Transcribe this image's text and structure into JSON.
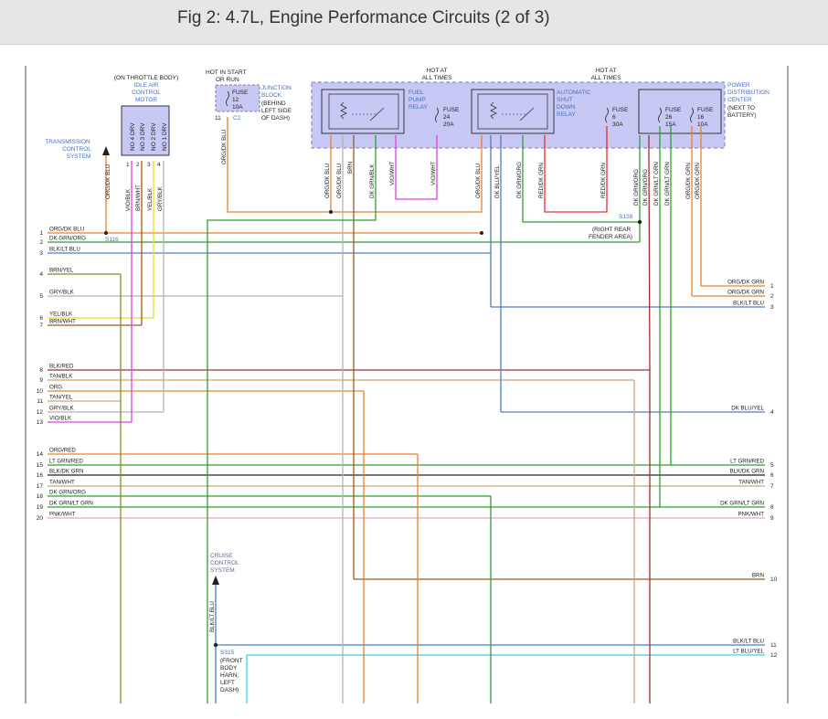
{
  "header": {
    "title": "Fig 2: 4.7L, Engine Performance Circuits (2 of 3)"
  },
  "colors": {
    "pdc_fill": "#c8c8f4",
    "pdc_border": "#7b7bb7",
    "orange": "#e8832a",
    "green": "#2ea02e",
    "olive": "#8b8b2a",
    "gray": "#b4b4b4",
    "yellow": "#e8e020",
    "magenta": "#e040e0",
    "brown": "#9a5a20",
    "tan": "#c8a878",
    "dkred": "#a03030",
    "blue": "#4b7fbf",
    "pink": "#f0a0b8",
    "cyan": "#40d0e8",
    "red": "#e83030"
  },
  "components": {
    "iac_motor": [
      "(ON THROTTLE BODY)",
      "IDLE AIR",
      "CONTROL",
      "MOTOR"
    ],
    "iac_pins": [
      "NO 4 DRV",
      "NO 3 DRV",
      "NO 2 DRV",
      "NO 1 DRV"
    ],
    "iac_pin_nums": [
      "1",
      "2",
      "3",
      "4"
    ],
    "tcs": [
      "TRANSMISSION",
      "CONTROL",
      "SYSTEM"
    ],
    "hot_start": [
      "HOT IN START",
      "OR RUN"
    ],
    "junction_block": [
      "JUNCTION",
      "BLOCK",
      "(BEHIND",
      "LEFT SIDE",
      "OF DASH)"
    ],
    "fuse12": [
      "FUSE",
      "12",
      "10A"
    ],
    "jb_pin": "11",
    "jb_conn": "C2",
    "hot_all_1": [
      "HOT AT",
      "ALL TIMES"
    ],
    "hot_all_2": [
      "HOT AT",
      "ALL TIMES"
    ],
    "fuel_pump_relay": [
      "FUEL",
      "PUMP",
      "RELAY"
    ],
    "asd_relay": [
      "AUTOMATIC",
      "SHUT",
      "DOWN",
      "RELAY"
    ],
    "fuse24": [
      "FUSE",
      "24",
      "20A"
    ],
    "fuse6": [
      "FUSE",
      "6",
      "30A"
    ],
    "fuse26": [
      "FUSE",
      "26",
      "15A"
    ],
    "fuse16": [
      "FUSE",
      "16",
      "10A"
    ],
    "pdc": [
      "POWER",
      "DISTRIBUTION",
      "CENTER",
      "(NEXT TO",
      "BATTERY)"
    ],
    "s128": "S128",
    "s128_loc": [
      "(RIGHT REAR",
      "FENDER AREA)"
    ],
    "s116": "S116",
    "cruise": [
      "CRUISE",
      "CONTROL",
      "SYSTEM"
    ],
    "s315": "S315",
    "s315_loc": [
      "(FRONT",
      "BODY",
      "HARN,",
      "LEFT",
      "DASH)"
    ]
  },
  "vertical_labels": {
    "tcs_wire": "ORG/DK BLU",
    "iac_wires": [
      "VIO/BLK",
      "BRN/WHT",
      "YEL/BLK",
      "GRY/BLK"
    ],
    "jb_wire": "ORG/DK BLU",
    "fp_wires": [
      "ORG/DK BLU",
      "ORG/DK BLU",
      "BRN",
      "DK GRN/BLK",
      "VIO/WHT",
      "VIO/WHT"
    ],
    "asd_wires": [
      "ORG/DK BLU",
      "DK BLU/YEL",
      "DK GRN/ORG",
      "RED/DK GRN",
      "RED/DK GRN"
    ],
    "pdc_wires": [
      "DK GRN/ORG",
      "DK GRN/ORG",
      "DK GRN/LT GRN",
      "DK GRN/LT GRN",
      "ORG/DK GRN",
      "ORG/DK GRN"
    ],
    "cruise_wire": "BLK/LT BLU"
  },
  "left_pins": [
    {
      "num": "1",
      "label": "ORG/DK BLU"
    },
    {
      "num": "2",
      "label": "DK GRN/ORG"
    },
    {
      "num": "3",
      "label": "BLK/LT BLU"
    },
    {
      "num": "4",
      "label": "BRN/YEL"
    },
    {
      "num": "5",
      "label": "GRY/BLK"
    },
    {
      "num": "6",
      "label": "YEL/BLK"
    },
    {
      "num": "7",
      "label": "BRN/WHT"
    },
    {
      "num": "8",
      "label": "BLK/RED"
    },
    {
      "num": "9",
      "label": "TAN/BLK"
    },
    {
      "num": "10",
      "label": "ORG"
    },
    {
      "num": "11",
      "label": "TAN/YEL"
    },
    {
      "num": "12",
      "label": "GRY/BLK"
    },
    {
      "num": "13",
      "label": "VIO/BLK"
    },
    {
      "num": "14",
      "label": "ORG/RED"
    },
    {
      "num": "15",
      "label": "LT GRN/RED"
    },
    {
      "num": "16",
      "label": "BLK/DK GRN"
    },
    {
      "num": "17",
      "label": "TAN/WHT"
    },
    {
      "num": "18",
      "label": "DK GRN/ORG"
    },
    {
      "num": "19",
      "label": "DK GRN/LT GRN"
    },
    {
      "num": "20",
      "label": "PNK/WHT"
    }
  ],
  "right_pins": [
    {
      "num": "1",
      "label": "ORG/DK GRN"
    },
    {
      "num": "2",
      "label": "ORG/DK GRN"
    },
    {
      "num": "3",
      "label": "BLK/LT BLU"
    },
    {
      "num": "4",
      "label": "DK BLU/YEL"
    },
    {
      "num": "5",
      "label": "LT GRN/RED"
    },
    {
      "num": "6",
      "label": "BLK/DK GRN"
    },
    {
      "num": "7",
      "label": "TAN/WHT"
    },
    {
      "num": "8",
      "label": "DK GRN/LT GRN"
    },
    {
      "num": "9",
      "label": "PNK/WHT"
    },
    {
      "num": "10",
      "label": "BRN"
    },
    {
      "num": "11",
      "label": "BLK/LT BLU"
    },
    {
      "num": "12",
      "label": "LT BLU/YEL"
    }
  ]
}
